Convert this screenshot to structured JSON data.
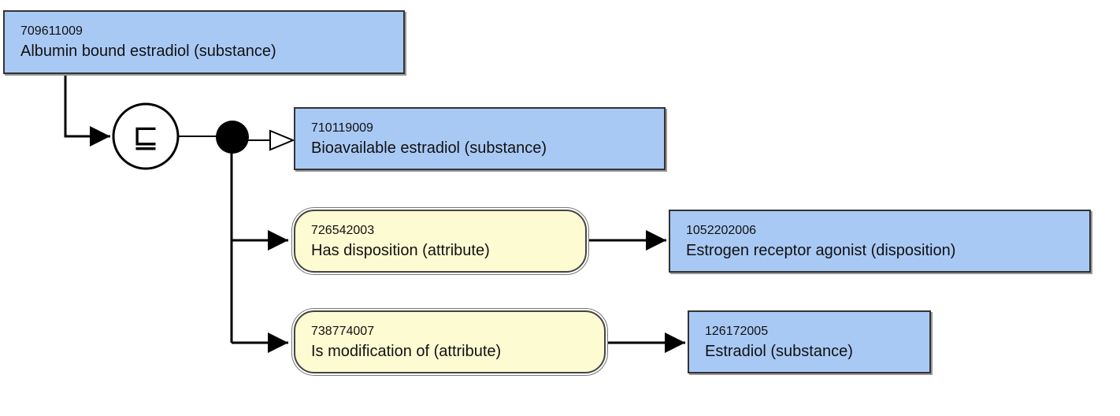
{
  "focus": {
    "sctid": "709611009",
    "term": "Albumin bound estradiol (substance)"
  },
  "definition_status_symbol": "⊑",
  "parent": {
    "sctid": "710119009",
    "term": "Bioavailable estradiol (substance)"
  },
  "relationships": [
    {
      "attribute": {
        "sctid": "726542003",
        "term": "Has disposition (attribute)"
      },
      "value": {
        "sctid": "1052202006",
        "term": "Estrogen receptor agonist (disposition)"
      }
    },
    {
      "attribute": {
        "sctid": "738774007",
        "term": "Is modification of (attribute)"
      },
      "value": {
        "sctid": "126172005",
        "term": "Estradiol (substance)"
      }
    }
  ],
  "colors": {
    "concept_fill": "#a9c9f5",
    "attribute_fill": "#fdfbd2",
    "line": "#000000"
  }
}
